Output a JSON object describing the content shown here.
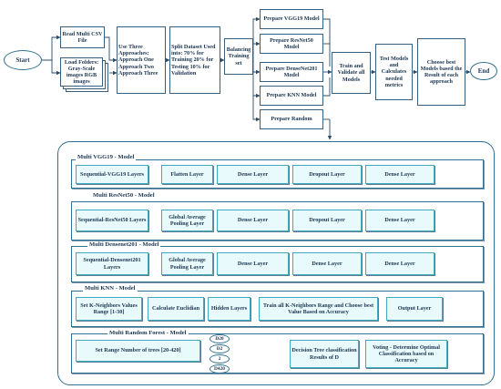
{
  "pipeline": {
    "start": "Start",
    "read_csv": "Read Multi CSV File",
    "load_folders": "Load Folders: Gray-Scale images RGB images",
    "approaches": "Use Three Approaches: Approach One Approach Two Approach Three",
    "split": "Split Dataset Used into: 70% for Training 20% for Testing 10% for Validation",
    "balancing": "Balancing Training set",
    "prep_vgg": "Prepare VGG19 Model",
    "prep_resnet": "Prepare ResNet50 Model",
    "prep_densenet": "Prepare DenseNet201 Model",
    "prep_knn": "Prepare KNN Model",
    "prep_random": "Prepare Random",
    "train": "Train and Validate all Models",
    "test": "Test Models and Calculates needed metrics",
    "choose": "Choose best Models based the Result of each approach",
    "end": "End"
  },
  "vgg": {
    "title": "Multi VGG19 - Model",
    "layers": [
      "Sequential-VGG19 Layers",
      "Flatten Layer",
      "Dense Layer",
      "Dropout Layer",
      "Dense Layer"
    ]
  },
  "resnet": {
    "title": "Multi ResNet50 - Model",
    "layers": [
      "Sequential-ResNet50 Layers",
      "Global Average Pooling Layer",
      "Dense Layer",
      "Dropout Layer",
      "Dense Layer"
    ]
  },
  "densenet": {
    "title": "Multi Densenet201 - Model",
    "layers": [
      "Sequential-Densenet201 Layers",
      "Global Average Pooling Layer",
      "Dense Layer",
      "Dense Layer",
      "Dense Layer"
    ]
  },
  "knn": {
    "title": "Multi KNN - Model",
    "layers": [
      "Set K-Neighbors Values Range [1-30]",
      "Calculate Euclidian",
      "Hidden Layers",
      "Train all K-Neighbors Range and Choose best Value Based on Accuracy",
      "Output Layer"
    ]
  },
  "rf": {
    "title": "Multi Random Forest - Model",
    "range": "Set Range Number of trees [20-420]",
    "trees": [
      "D20",
      "D2",
      "2",
      "D420"
    ],
    "decision": "Decision Tree classification Results of D",
    "voting": "Voting - Determine Optimal Classification based on Accuracy"
  }
}
